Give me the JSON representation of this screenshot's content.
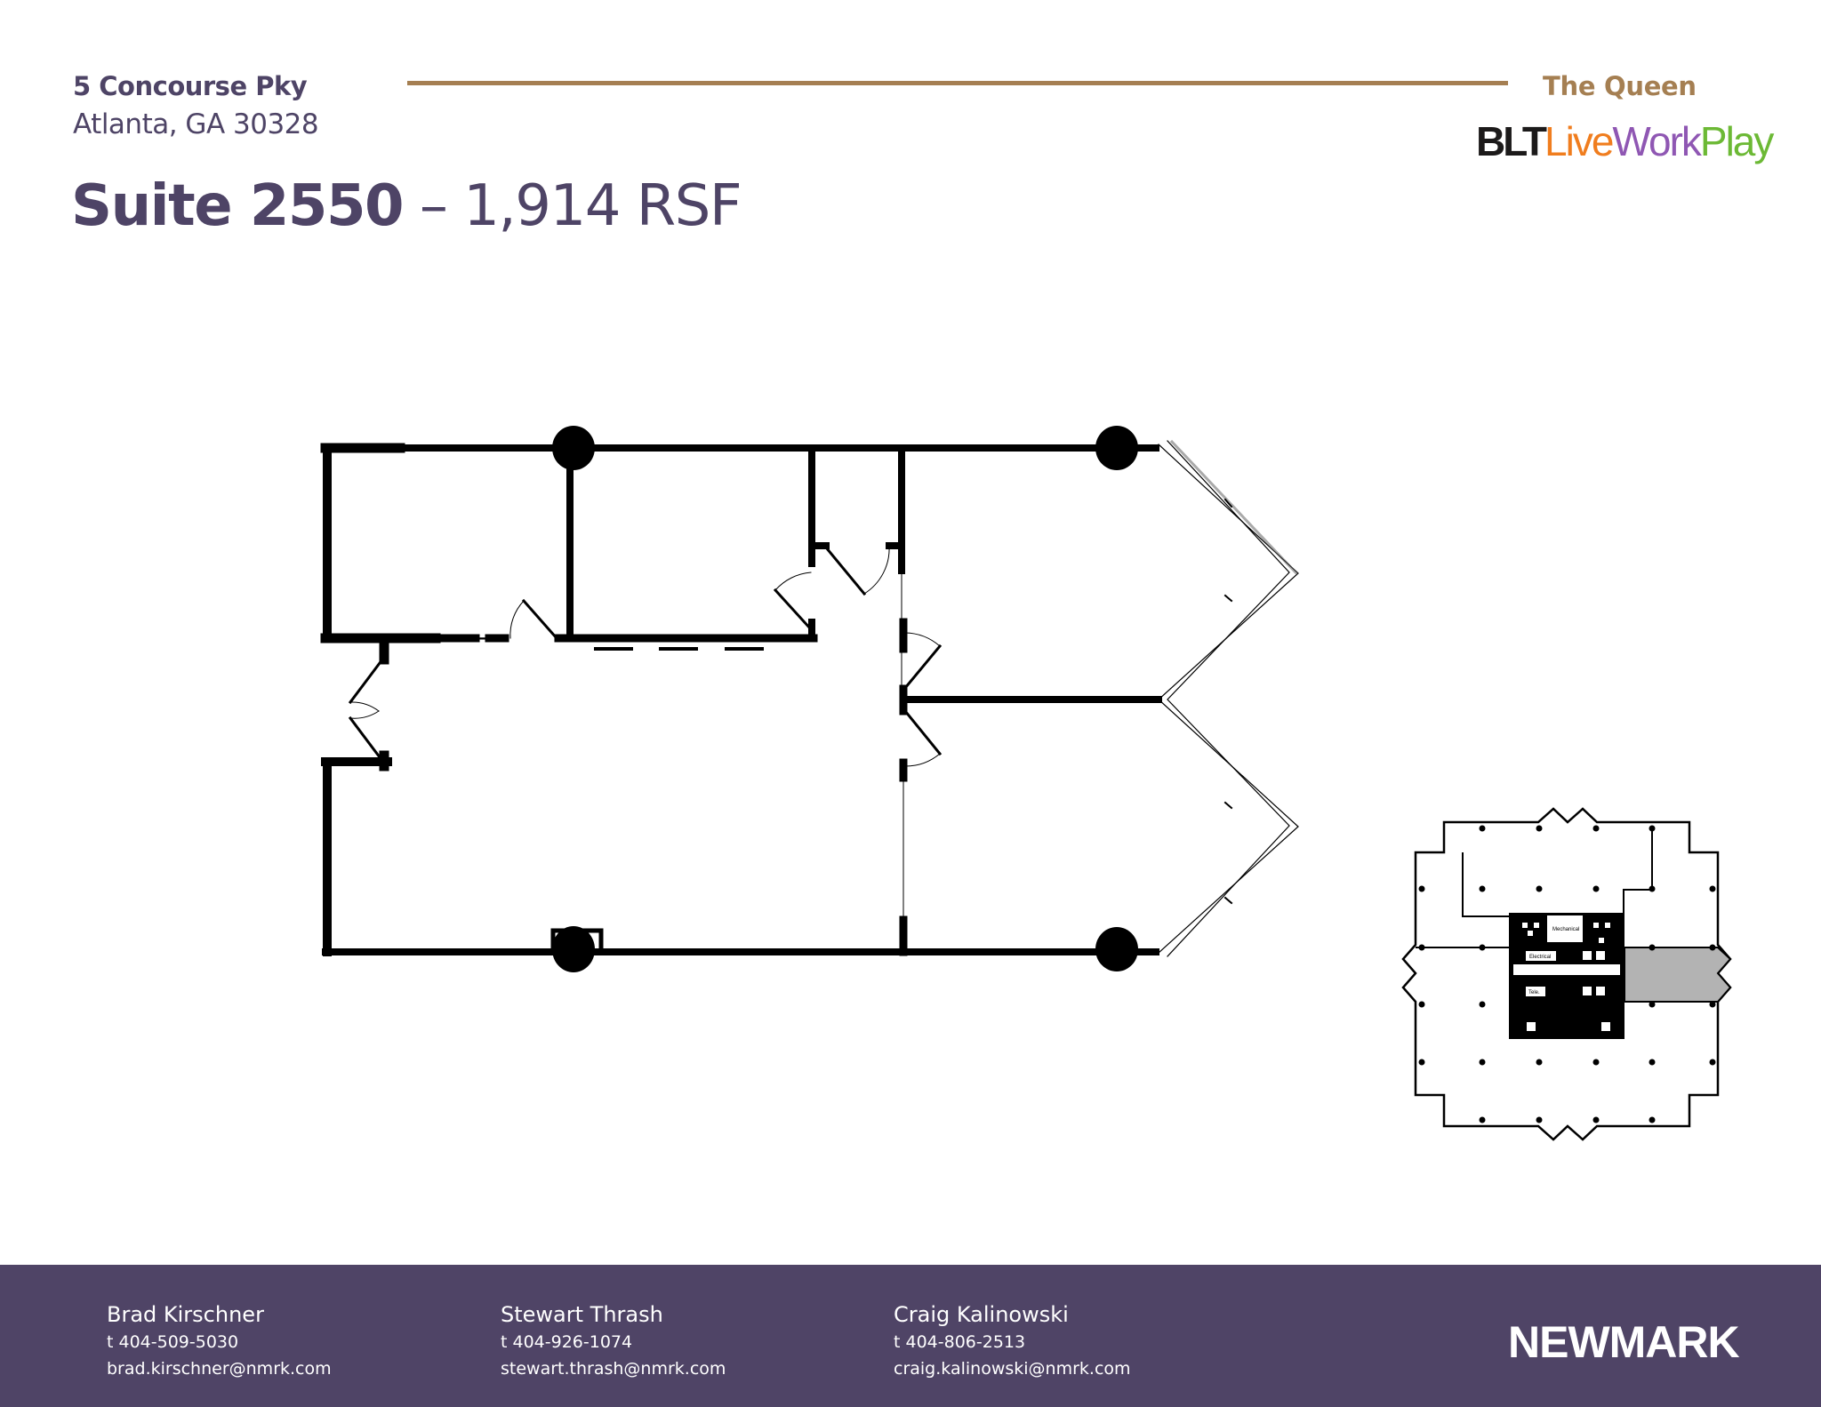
{
  "header": {
    "address_line1": "5 Concourse Pky",
    "address_line2": "Atlanta, GA 30328",
    "building_name": "The Queen",
    "logo": {
      "part1": "BLT",
      "part2": "Live",
      "part3": "Work",
      "part4": "Play"
    },
    "suite_label": "Suite 2550",
    "separator": " – ",
    "area": "1,914 RSF"
  },
  "colors": {
    "brand_purple": "#4f4466",
    "accent_gold": "#a57f52",
    "logo_orange": "#f07d1e",
    "logo_purple": "#8f57b3",
    "logo_green": "#6cb935",
    "highlight_gray": "#b3b3b3"
  },
  "key_plan": {
    "labels": [
      "Mechanical",
      "Electrical",
      "Tele."
    ]
  },
  "footer": {
    "contacts": [
      {
        "name": "Brad Kirschner",
        "phone": "t 404-509-5030",
        "email": "brad.kirschner@nmrk.com"
      },
      {
        "name": "Stewart Thrash",
        "phone": "t 404-926-1074",
        "email": "stewart.thrash@nmrk.com"
      },
      {
        "name": "Craig Kalinowski",
        "phone": "t 404-806-2513",
        "email": "craig.kalinowski@nmrk.com"
      }
    ],
    "brand": "NEWMARK"
  }
}
